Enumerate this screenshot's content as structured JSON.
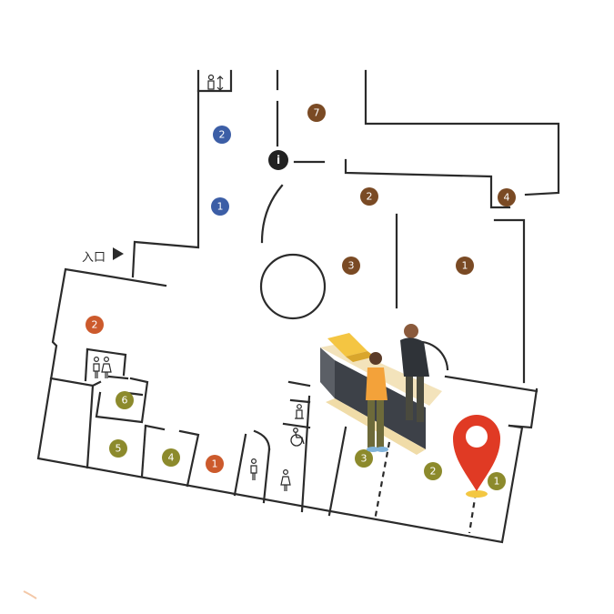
{
  "entrance": {
    "label": "入口"
  },
  "info": {
    "label": "i"
  },
  "colors": {
    "brown": "#7a4a24",
    "blue": "#3c5ea6",
    "orange": "#cc5a2c",
    "olive": "#8c8a2c",
    "pin": "#e03a24",
    "wall": "#2b2b2b"
  },
  "markers": [
    {
      "label": "7",
      "color": "brown"
    },
    {
      "label": "2",
      "color": "brown"
    },
    {
      "label": "4",
      "color": "brown"
    },
    {
      "label": "3",
      "color": "brown"
    },
    {
      "label": "1",
      "color": "brown"
    },
    {
      "label": "2",
      "color": "blue"
    },
    {
      "label": "1",
      "color": "blue"
    },
    {
      "label": "2",
      "color": "orange"
    },
    {
      "label": "1",
      "color": "orange"
    },
    {
      "label": "6",
      "color": "olive"
    },
    {
      "label": "5",
      "color": "olive"
    },
    {
      "label": "4",
      "color": "olive"
    },
    {
      "label": "3",
      "color": "olive"
    },
    {
      "label": "2",
      "color": "olive"
    },
    {
      "label": "1",
      "color": "olive"
    }
  ],
  "icons": [
    "elevator-icon",
    "restroom-icon",
    "baby-changing-icon",
    "accessible-restroom-icon",
    "mens-restroom-icon",
    "womens-restroom-icon",
    "location-pin-icon",
    "info-icon"
  ]
}
